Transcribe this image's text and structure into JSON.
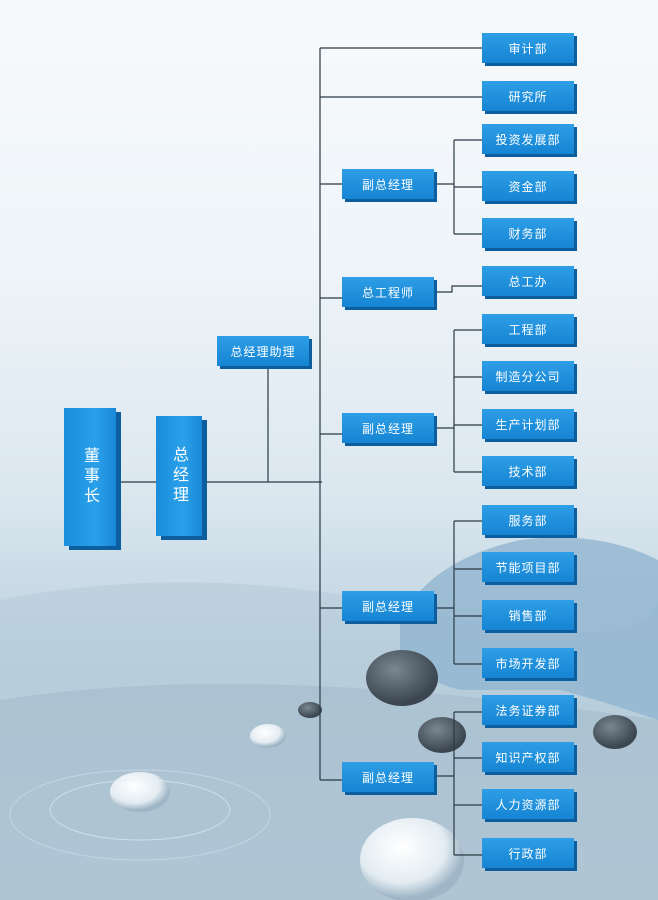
{
  "chart": {
    "chairman": "董事长",
    "general_manager": "总经理",
    "gm_assistant": "总经理助理",
    "audit": "审计部",
    "research": "研究所",
    "group1": {
      "head": "副总经理",
      "units": [
        "投资发展部",
        "资金部",
        "财务部"
      ]
    },
    "group2": {
      "head": "总工程师",
      "units": [
        "总工办"
      ]
    },
    "group3": {
      "head": "副总经理",
      "units": [
        "工程部",
        "制造分公司",
        "生产计划部",
        "技术部"
      ]
    },
    "group4": {
      "head": "副总经理",
      "units": [
        "服务部",
        "节能项目部",
        "销售部",
        "市场开发部"
      ]
    },
    "group5": {
      "head": "副总经理",
      "units": [
        "法务证券部",
        "知识产权部",
        "人力资源部",
        "行政部"
      ]
    }
  },
  "colors": {
    "box": "#1f93e0",
    "box_shadow": "#0c5e9e",
    "line": "#2a3a44"
  }
}
